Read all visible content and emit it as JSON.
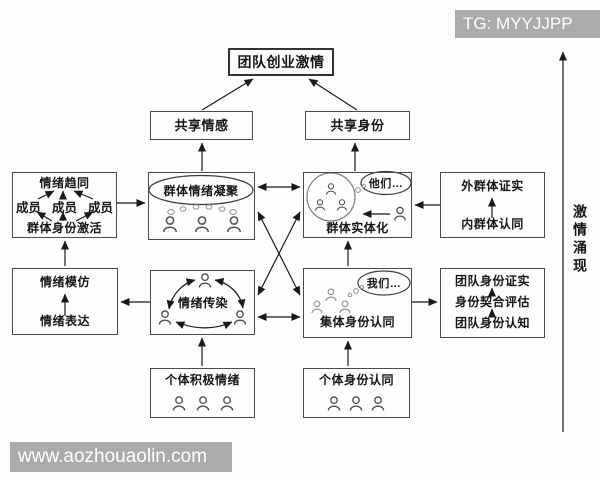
{
  "watermarks": {
    "top_right": "TG: MYYJJPP",
    "bottom_left": "www.aozhouaolin.com"
  },
  "side_label": "激情涌现",
  "colors": {
    "line": "#1a1a1a",
    "box_border": "#4a4a4a",
    "person": "#4f4f4f",
    "person_light": "#979797",
    "bubble_dot": "#9a9a9a",
    "watermark_bg": "#ababab",
    "watermark_text": "#ffffff"
  },
  "icons": {
    "person": "person-outline-icon",
    "thought_bubble": "thought-bubble-dots"
  },
  "nodes": {
    "title": "团队创业激情",
    "shared_emotion": "共享情感",
    "shared_identity": "共享身份",
    "emotion_convergence": {
      "top": "情绪趋同",
      "members": [
        "成员",
        "成员",
        "成员"
      ],
      "bottom": "群体身份激活"
    },
    "group_emotion_cohesion": "群体情绪凝聚",
    "group_entitativity": {
      "label": "群体实体化",
      "bubble": "他们…"
    },
    "outgroup": {
      "top": "外群体证实",
      "bottom": "内群体认同"
    },
    "emotion_mimicry": {
      "top": "情绪模仿",
      "bottom": "情绪表达"
    },
    "emotion_contagion": "情绪传染",
    "collective_identity": {
      "label": "集体身份认同",
      "bubble": "我们…"
    },
    "team_identity": {
      "top": "团队身份证实",
      "middle": "身份契合评估",
      "bottom": "团队身份认知"
    },
    "individual_emotion": "个体积极情绪",
    "individual_identity": "个体身份认同"
  }
}
